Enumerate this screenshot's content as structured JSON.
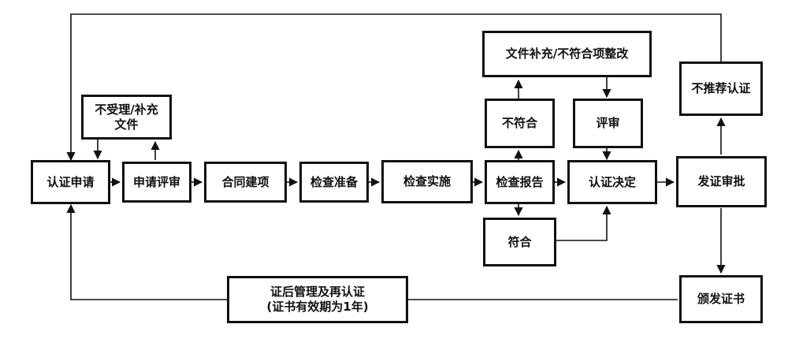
{
  "nodes": {
    "application": "认证申请",
    "application_review": "申请评审",
    "not_accepted": "不受理/补充\n文件",
    "contract": "合同建项",
    "inspection_prep": "检查准备",
    "inspection_exec": "检查实施",
    "inspection_report": "检查报告",
    "non_conform": "不符合",
    "rectification": "文件补充/不符合项整改",
    "review": "评审",
    "conform": "符合",
    "cert_decision": "认证决定",
    "cert_approval": "发证审批",
    "not_recommend": "不推荐认证",
    "issue_cert": "颁发证书",
    "post_management": "证后管理及再认证\n(证书有效期为1年)"
  },
  "colors": {
    "stroke": "#111111",
    "background": "#ffffff"
  }
}
